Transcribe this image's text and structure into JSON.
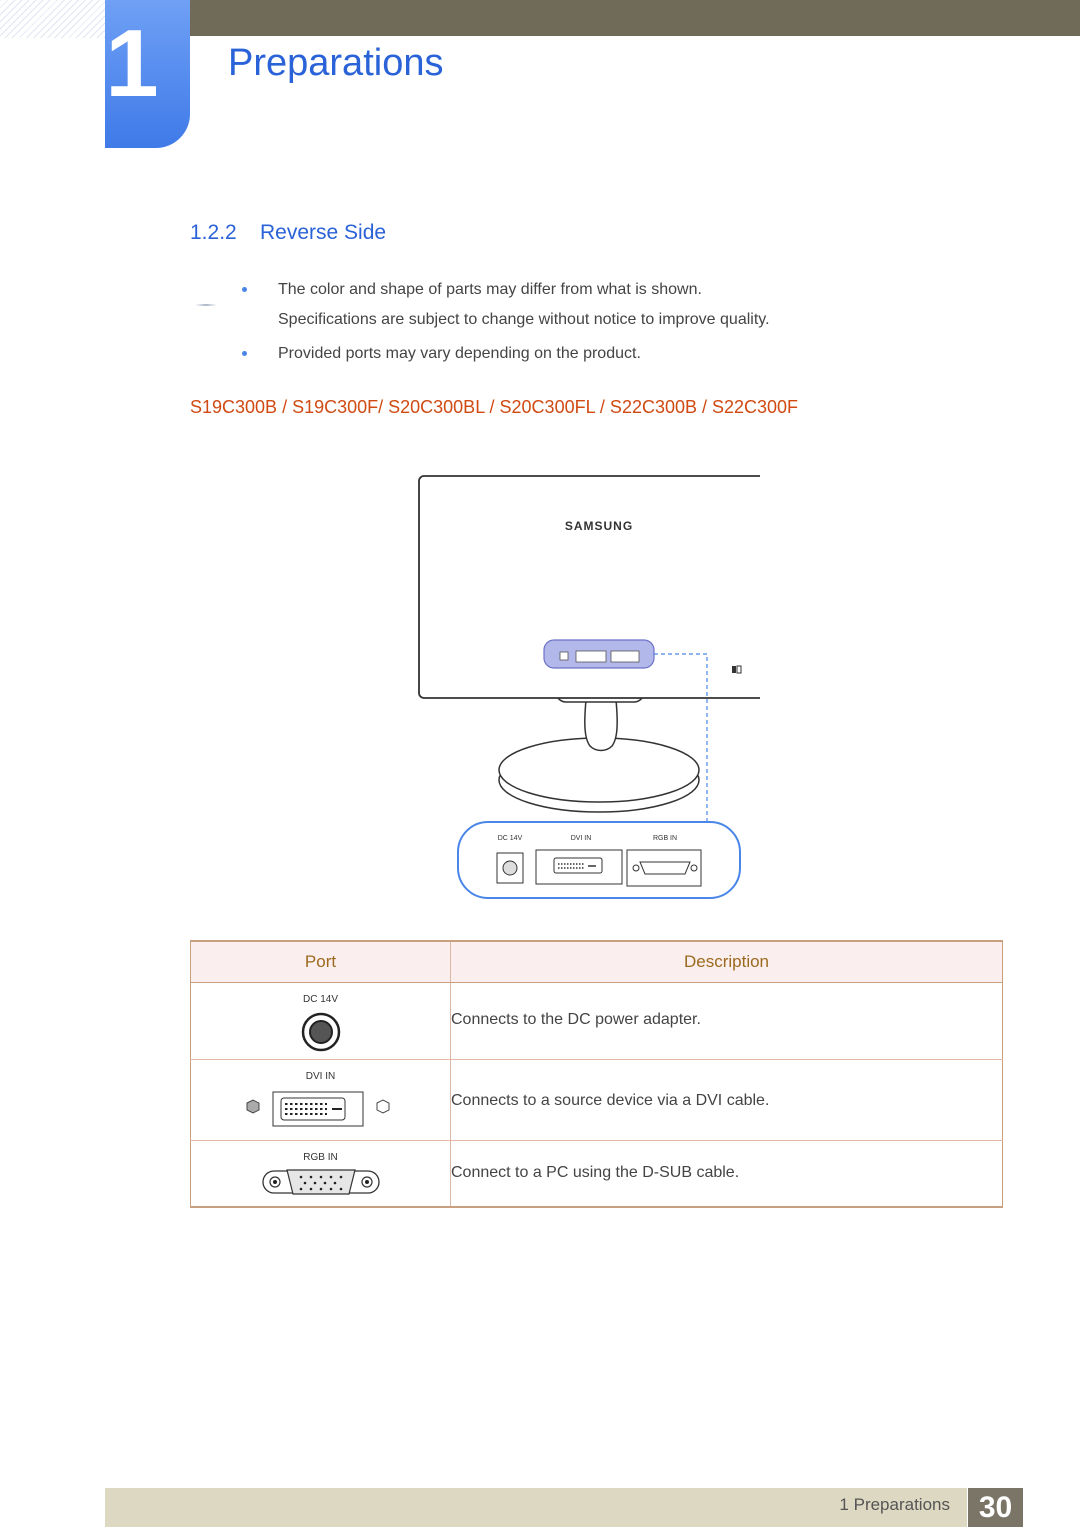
{
  "chapter": {
    "number": "1",
    "title": "Preparations"
  },
  "section": {
    "number": "1.2.2",
    "title": "Reverse Side"
  },
  "notes": [
    {
      "line1": "The color and shape of parts may differ from what is shown.",
      "line2": "Specifications are subject to change without notice to improve quality."
    },
    {
      "line1": "Provided ports may vary depending on the product."
    }
  ],
  "models": "S19C300B / S19C300F/ S20C300BL / S20C300FL / S22C300B / S22C300F",
  "figure": {
    "brand": "SAMSUNG",
    "port_labels": [
      "DC 14V",
      "DVI IN",
      "RGB IN"
    ]
  },
  "table": {
    "headers": [
      "Port",
      "Description"
    ],
    "rows": [
      {
        "port": "DC 14V",
        "icon": "dc-power-jack-icon",
        "description": "Connects to the DC power adapter."
      },
      {
        "port": "DVI IN",
        "icon": "dvi-connector-icon",
        "description": "Connects to a source device via a DVI cable."
      },
      {
        "port": "RGB IN",
        "icon": "vga-dsub-connector-icon",
        "description": "Connect to a PC using the D-SUB cable."
      }
    ]
  },
  "footer": {
    "chapter_label": "1 Preparations",
    "page_number": "30"
  },
  "colors": {
    "accent_blue": "#2a62d8",
    "model_orange": "#d04a12",
    "header_gold": "#9b6a1e",
    "bar_olive": "#6f6b58"
  }
}
